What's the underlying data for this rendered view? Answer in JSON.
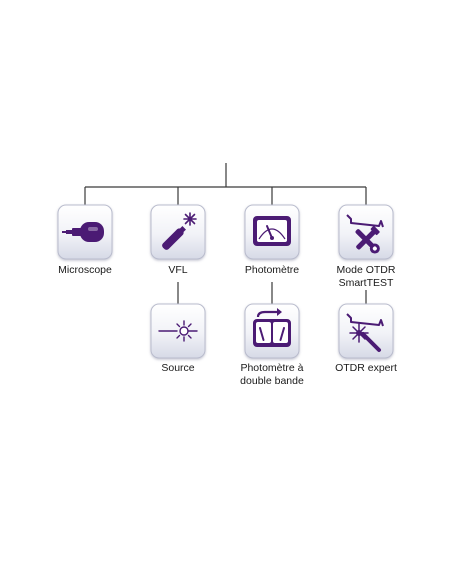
{
  "colors": {
    "line": "#3a3a3a",
    "tile_bg_top": "#ffffff",
    "tile_bg_bottom": "#d9dbe8",
    "tile_border": "#b9bccd",
    "icon": "#4b1b74",
    "icon_light": "#ffffff",
    "label": "#1a1a1a"
  },
  "tools": {
    "microscope": {
      "label": "Microscope",
      "icon": "microscope-icon"
    },
    "vfl": {
      "label": "VFL",
      "icon": "laser-pen-icon"
    },
    "photometre": {
      "label": "Photomètre",
      "icon": "power-meter-icon"
    },
    "otdr_smarttest": {
      "label": "Mode OTDR\nSmartTEST",
      "icon": "otdr-tools-icon"
    },
    "source": {
      "label": "Source",
      "icon": "light-source-icon"
    },
    "photometre_double": {
      "label": "Photomètre à\ndouble bande",
      "icon": "dual-band-meter-icon"
    },
    "otdr_expert": {
      "label": "OTDR expert",
      "icon": "otdr-wand-icon"
    }
  }
}
